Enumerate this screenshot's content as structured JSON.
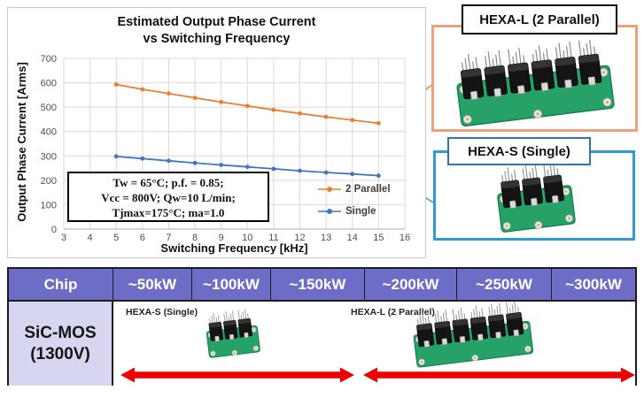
{
  "chart": {
    "title_line1": "Estimated Output Phase Current",
    "title_line2": "vs Switching Frequency",
    "note_lines": [
      "Tw = 65°C; p.f. = 0.85;",
      "Vcc = 800V; Qw=10 L/min;",
      "Tjmax=175°C; ma=1.0"
    ]
  },
  "chart_data": {
    "type": "line",
    "title": "Estimated Output Phase Current vs Switching Frequency",
    "xlabel": "Switching Frequency [kHz]",
    "ylabel": "Output Phase Current [Arms]",
    "xlim": [
      3,
      16
    ],
    "ylim": [
      0,
      700
    ],
    "xticks": [
      3,
      4,
      5,
      6,
      7,
      8,
      9,
      10,
      11,
      12,
      13,
      14,
      15,
      16
    ],
    "yticks": [
      0,
      100,
      200,
      300,
      400,
      500,
      600,
      700
    ],
    "grid": true,
    "legend_position": "inside-right",
    "annotation": "Tw = 65°C; p.f. = 0.85; Vcc = 800V; Qw=10 L/min; Tjmax=175°C; ma=1.0",
    "x": [
      5,
      6,
      7,
      8,
      9,
      10,
      11,
      12,
      13,
      14,
      15
    ],
    "series": [
      {
        "name": "2 Parallel",
        "color": "#ED7D31",
        "values": [
          593,
          573,
          556,
          538,
          521,
          505,
          489,
          474,
          460,
          447,
          434
        ]
      },
      {
        "name": "Single",
        "color": "#4472C4",
        "values": [
          298,
          289,
          280,
          271,
          263,
          255,
          247,
          239,
          232,
          226,
          219
        ]
      }
    ]
  },
  "callouts": {
    "hexa_l": {
      "label": "HEXA-L (2 Parallel)",
      "border_color": "#EDA07A"
    },
    "hexa_s": {
      "label": "HEXA-S (Single)",
      "border_color": "#2E9BD5"
    }
  },
  "table": {
    "header": [
      "Chip",
      "~50kW",
      "~100kW",
      "~150kW",
      "~200kW",
      "~250kW",
      "~300kW"
    ],
    "row_label_line1": "SiC-MOS",
    "row_label_line2": "(1300V)",
    "cell_labels": {
      "hexa_s": "HEXA-S (Single)",
      "hexa_l": "HEXA-L (2 Parallel)"
    },
    "header_bg": "#6D6DC8",
    "row_label_bg": "#D6D6F0",
    "arrow_color": "#EC0000"
  }
}
